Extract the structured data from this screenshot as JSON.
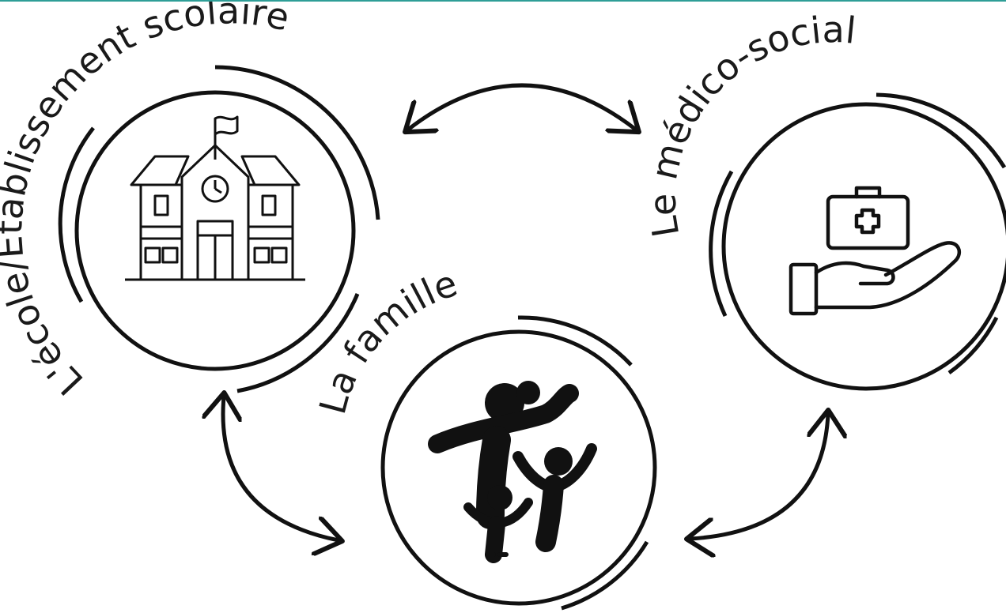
{
  "nodes": {
    "school": {
      "label": "L'école/Etablissement scolaire",
      "icon": "school-building-icon"
    },
    "medico": {
      "label": "Le médico-social",
      "icon": "medical-care-hand-icon"
    },
    "family": {
      "label": "La famille",
      "icon": "family-icon"
    }
  },
  "colors": {
    "accent_line": "#2e9e97",
    "stroke": "#111111",
    "text": "#1a1a1a"
  }
}
